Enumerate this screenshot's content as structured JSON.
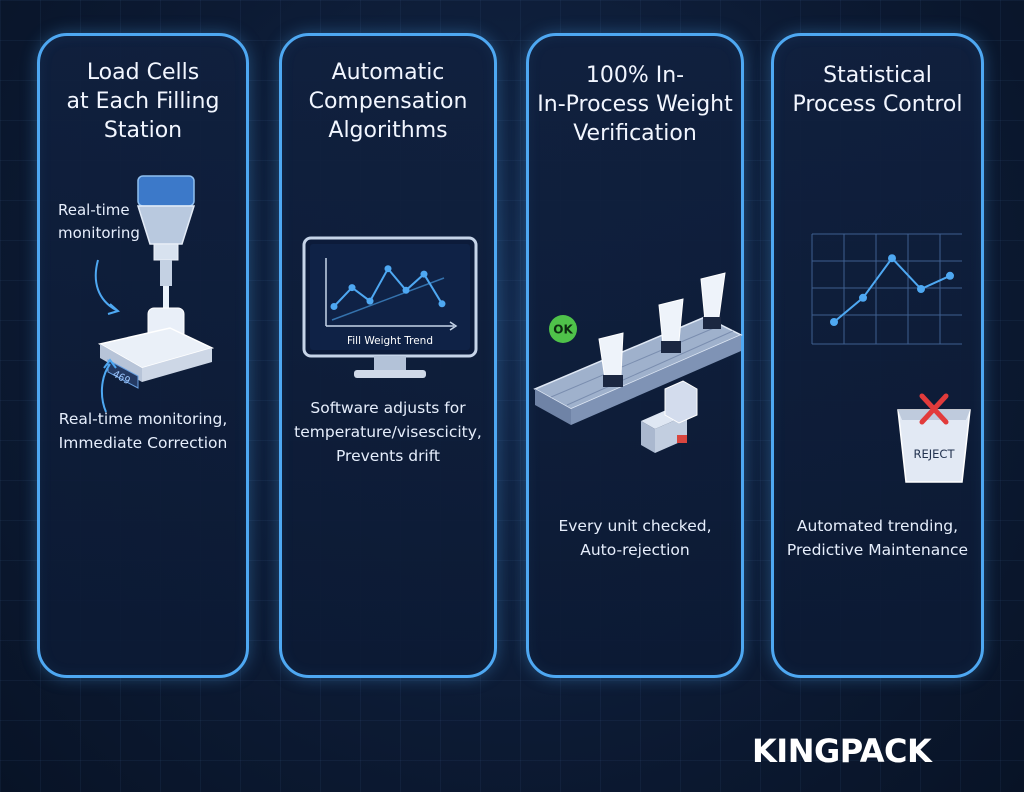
{
  "colors": {
    "background": "#0c1a33",
    "panel_border": "#4ea8f2",
    "chart_line": "#4ea8f2",
    "ok_badge": "#4fc24a",
    "reject_mark": "#e23b3b",
    "text": "#eaf2ff"
  },
  "panels": [
    {
      "title": "Load Cells\nat Each Filling\nStation",
      "side_label": "Real-time\nmonitoring",
      "scale_display": "469",
      "description": "Real-time monitoring,\nImmediate Correction",
      "icons": [
        "filling-nozzle-icon",
        "load-cell-scale-icon",
        "curved-arrow-icon"
      ]
    },
    {
      "title": "Automatic\nCompensation\nAlgorithms",
      "monitor_caption": "Fill Weight Trend",
      "description": "Software adjusts for\ntemperature/visescicity,\nPrevents drift",
      "icons": [
        "monitor-icon",
        "trend-chart-icon"
      ]
    },
    {
      "title": "100% In-\nIn-Process Weight\nVerification",
      "ok_badge": "OK",
      "description": "Every unit checked,\nAuto-rejection",
      "icons": [
        "conveyor-belt-icon",
        "tube-container-icon",
        "checkweigher-icon"
      ]
    },
    {
      "title": "Statistical\nProcess Control",
      "reject_label": "REJECT",
      "description": "Automated trending,\nPredictive Maintenance",
      "icons": [
        "control-chart-icon",
        "reject-bin-icon",
        "red-x-icon"
      ]
    }
  ],
  "trend_chart": {
    "type": "line",
    "title": "Fill Weight Trend",
    "values": [
      0.25,
      0.6,
      0.35,
      0.95,
      0.55,
      0.85,
      0.3
    ]
  },
  "spc_chart": {
    "type": "line",
    "values": [
      0.2,
      0.42,
      0.78,
      0.5,
      0.62
    ]
  },
  "brand": "KINGPACK"
}
